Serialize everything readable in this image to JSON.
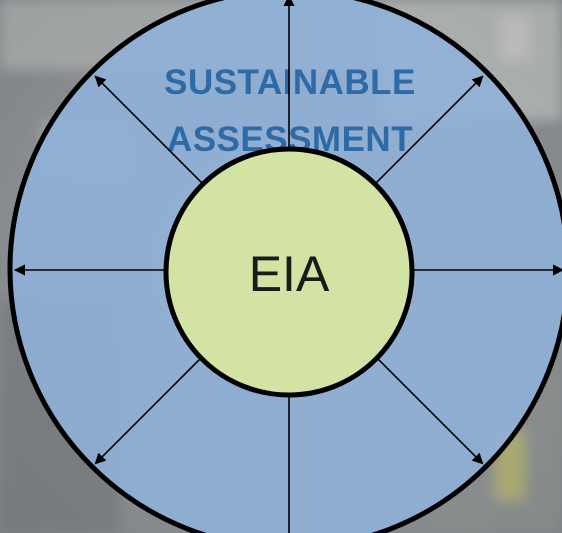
{
  "diagram": {
    "outer_label_line1": "SUSTAINABLE",
    "outer_label_line2": "ASSESSMENT",
    "center_label": "EIA",
    "arrow_count": 8
  },
  "colors": {
    "outer_ring_fill": "#8fb2d9",
    "center_fill": "#d3e3a3",
    "outer_text": "#2e6aa6",
    "center_text": "#1a1a1a",
    "stroke": "#000000"
  }
}
